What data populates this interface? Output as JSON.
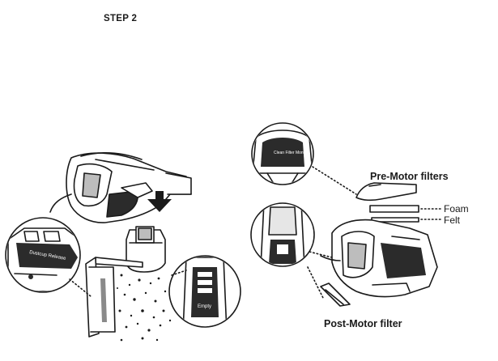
{
  "step": {
    "title": "STEP 2"
  },
  "labels": {
    "pre_motor": "Pre-Motor filters",
    "post_motor": "Post-Motor filter",
    "foam": "Foam",
    "felt": "Felt"
  },
  "device_markings": {
    "dustcup_button": "Dustcup Release",
    "empty_button": "Empty",
    "filter_tab": "Clean Filter Monthly"
  },
  "colors": {
    "ink": "#1a1a1a",
    "dark_fill": "#2b2b2b",
    "mid_fill": "#8a8a8a",
    "light_fill": "#e6e6e6"
  }
}
